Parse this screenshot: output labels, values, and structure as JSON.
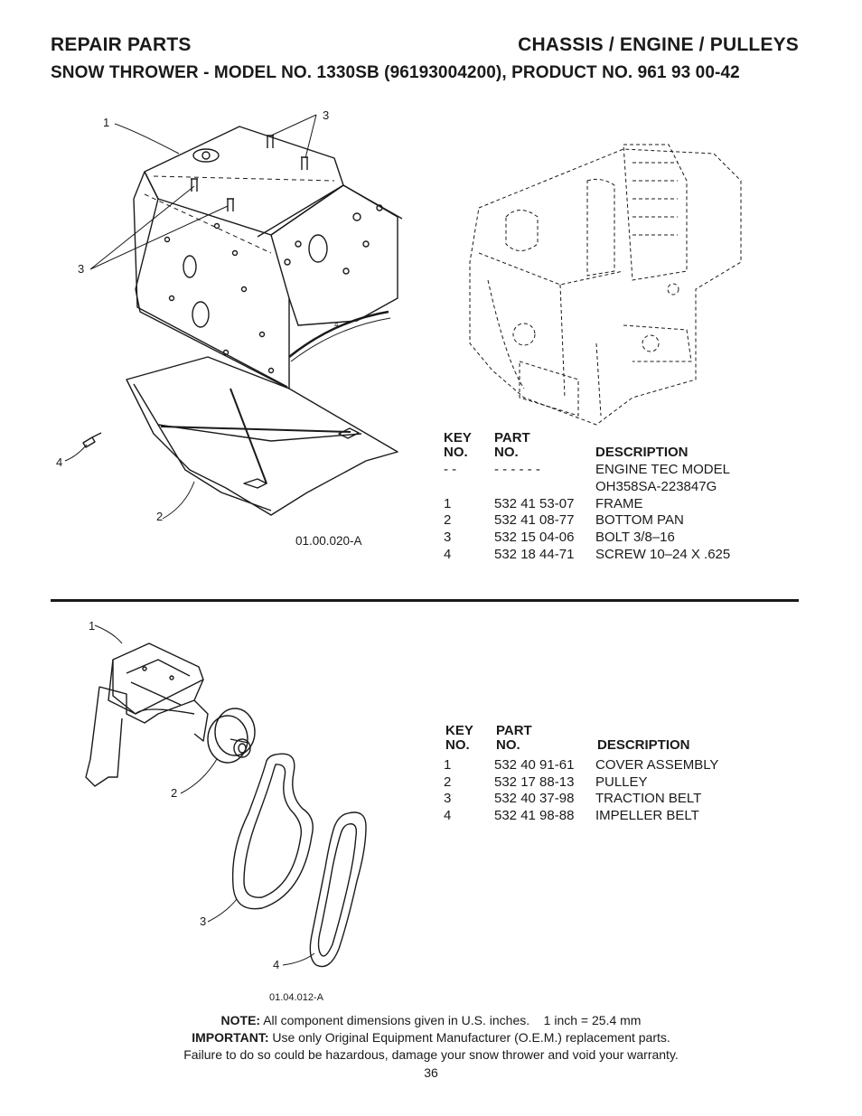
{
  "header": {
    "left": "REPAIR PARTS",
    "right": "CHASSIS / ENGINE / PULLEYS",
    "subtitle": "SNOW THROWER - MODEL NO. 1330SB (96193004200), PRODUCT NO. 961 93 00-42"
  },
  "section1": {
    "drawing_code": "01.00.020-A",
    "callouts": [
      "1",
      "2",
      "3",
      "3",
      "4",
      "4"
    ],
    "columns": {
      "key_top": "KEY",
      "key_bottom": "NO.",
      "part_top": "PART",
      "part_bottom": "NO.",
      "description": "DESCRIPTION"
    },
    "rows": [
      {
        "key": "- -",
        "part": "- - - - - -",
        "description": "ENGINE TEC MODEL"
      },
      {
        "key": "",
        "part": "",
        "description": "OH358SA-223847G"
      },
      {
        "key": "1",
        "part": "532 41 53-07",
        "description": "FRAME"
      },
      {
        "key": "2",
        "part": "532 41 08-77",
        "description": "BOTTOM PAN"
      },
      {
        "key": "3",
        "part": "532 15 04-06",
        "description": "BOLT 3/8–16"
      },
      {
        "key": "4",
        "part": "532 18 44-71",
        "description": "SCREW 10–24 X .625"
      }
    ]
  },
  "section2": {
    "drawing_code": "01.04.012-A",
    "callouts": [
      "1",
      "2",
      "3",
      "4"
    ],
    "columns": {
      "key_top": "KEY",
      "key_bottom": "NO.",
      "part_top": "PART",
      "part_bottom": "NO.",
      "description": "DESCRIPTION"
    },
    "rows": [
      {
        "key": "1",
        "part": "532 40 91-61",
        "description": "COVER ASSEMBLY"
      },
      {
        "key": "2",
        "part": "532 17 88-13",
        "description": "PULLEY"
      },
      {
        "key": "3",
        "part": "532 40 37-98",
        "description": "TRACTION BELT"
      },
      {
        "key": "4",
        "part": "532 41 98-88",
        "description": "IMPELLER BELT"
      }
    ]
  },
  "footer": {
    "note_label": "NOTE:",
    "note_text": " All component dimensions given in U.S. inches.    1 inch = 25.4 mm",
    "important_label": "IMPORTANT:",
    "important_text": " Use only Original Equipment Manufacturer (O.E.M.) replacement parts.",
    "warning": "Failure to do so could be hazardous, damage your snow thrower and void your warranty.",
    "page_number": "36"
  }
}
